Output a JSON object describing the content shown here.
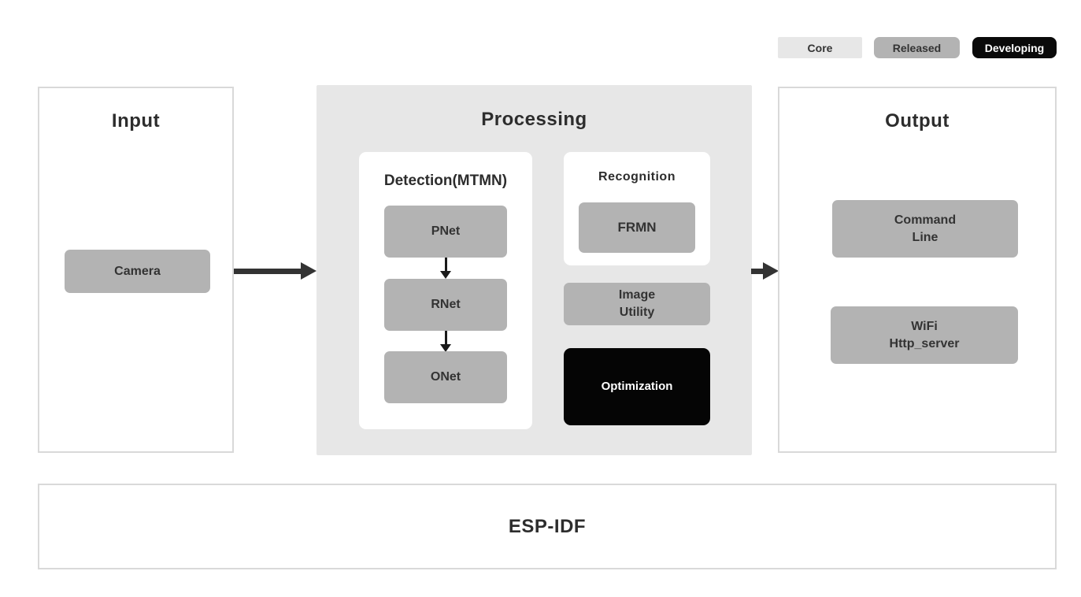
{
  "legend": {
    "items": [
      {
        "label": "Core",
        "color": "#e7e7e7"
      },
      {
        "label": "Released",
        "color": "#b3b3b3"
      },
      {
        "label": "Developing",
        "color": "#0a0a0a"
      }
    ]
  },
  "diagram": {
    "input": {
      "title": "Input",
      "camera": "Camera"
    },
    "processing": {
      "title": "Processing",
      "detection": {
        "title": "Detection(MTMN)",
        "nodes": [
          "PNet",
          "RNet",
          "ONet"
        ]
      },
      "recognition": {
        "title": "Recognition",
        "nodes": [
          "FRMN"
        ]
      },
      "image_utility": "Image\nUtility",
      "optimization": "Optimization"
    },
    "output": {
      "title": "Output",
      "command_line": "Command\nLine",
      "wifi_http_server": "WiFi\nHttp_server"
    },
    "foundation": {
      "title": "ESP-IDF"
    }
  },
  "colors": {
    "core_status": "#e7e7e7",
    "released_status": "#b3b3b3",
    "developing_status": "#0a0a0a",
    "processing_bg": "#e7e7e7",
    "panel_border": "#d9d9d9",
    "node_text": "#333333",
    "arrow": "#333333"
  }
}
